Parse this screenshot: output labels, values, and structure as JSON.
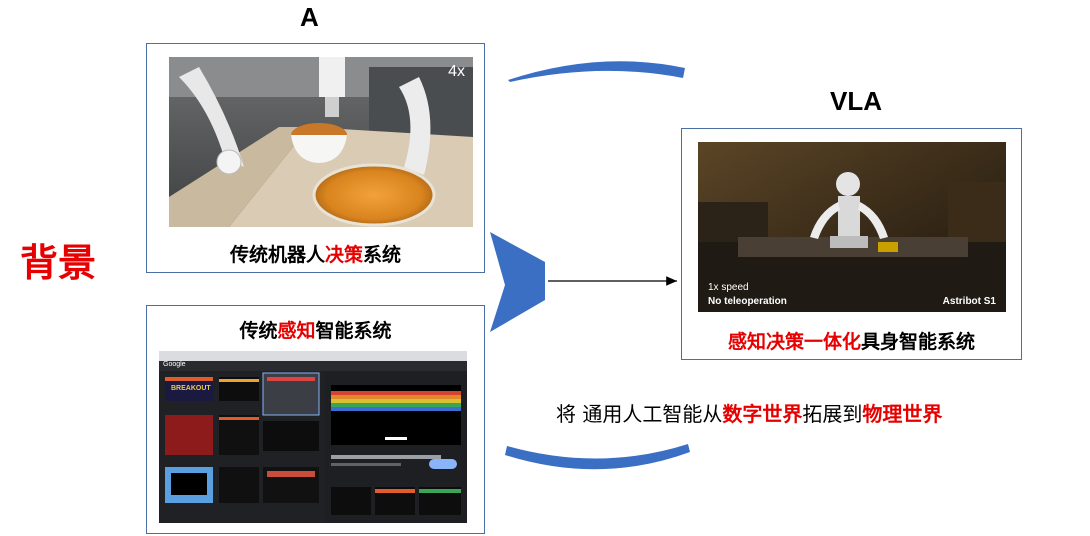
{
  "labels": {
    "a_title": "A",
    "vla_title": "VLA",
    "background": "背景"
  },
  "box_a": {
    "caption_prefix": "传统机器人",
    "caption_highlight": "决策",
    "caption_suffix": "系统",
    "overlay_speed": "4x"
  },
  "box_b": {
    "caption_prefix": "传统",
    "caption_highlight": "感知",
    "caption_suffix": "智能系统",
    "game_title": "BREAKOUT",
    "search_engine": "Google"
  },
  "box_vla": {
    "caption_highlight": "感知决策一体化",
    "caption_suffix": "具身智能系统",
    "overlay_speed": "1x speed",
    "overlay_mode": "No teleoperation",
    "overlay_product": "Astribot S1"
  },
  "tagline": {
    "prefix": "将 通用人工智能从",
    "highlight1": "数字世界",
    "middle": "拓展到",
    "highlight2": "物理世界"
  },
  "colors": {
    "highlight": "#e60000",
    "arrow_blue": "#3a6fc4",
    "box_border": "#4a6fa5"
  }
}
